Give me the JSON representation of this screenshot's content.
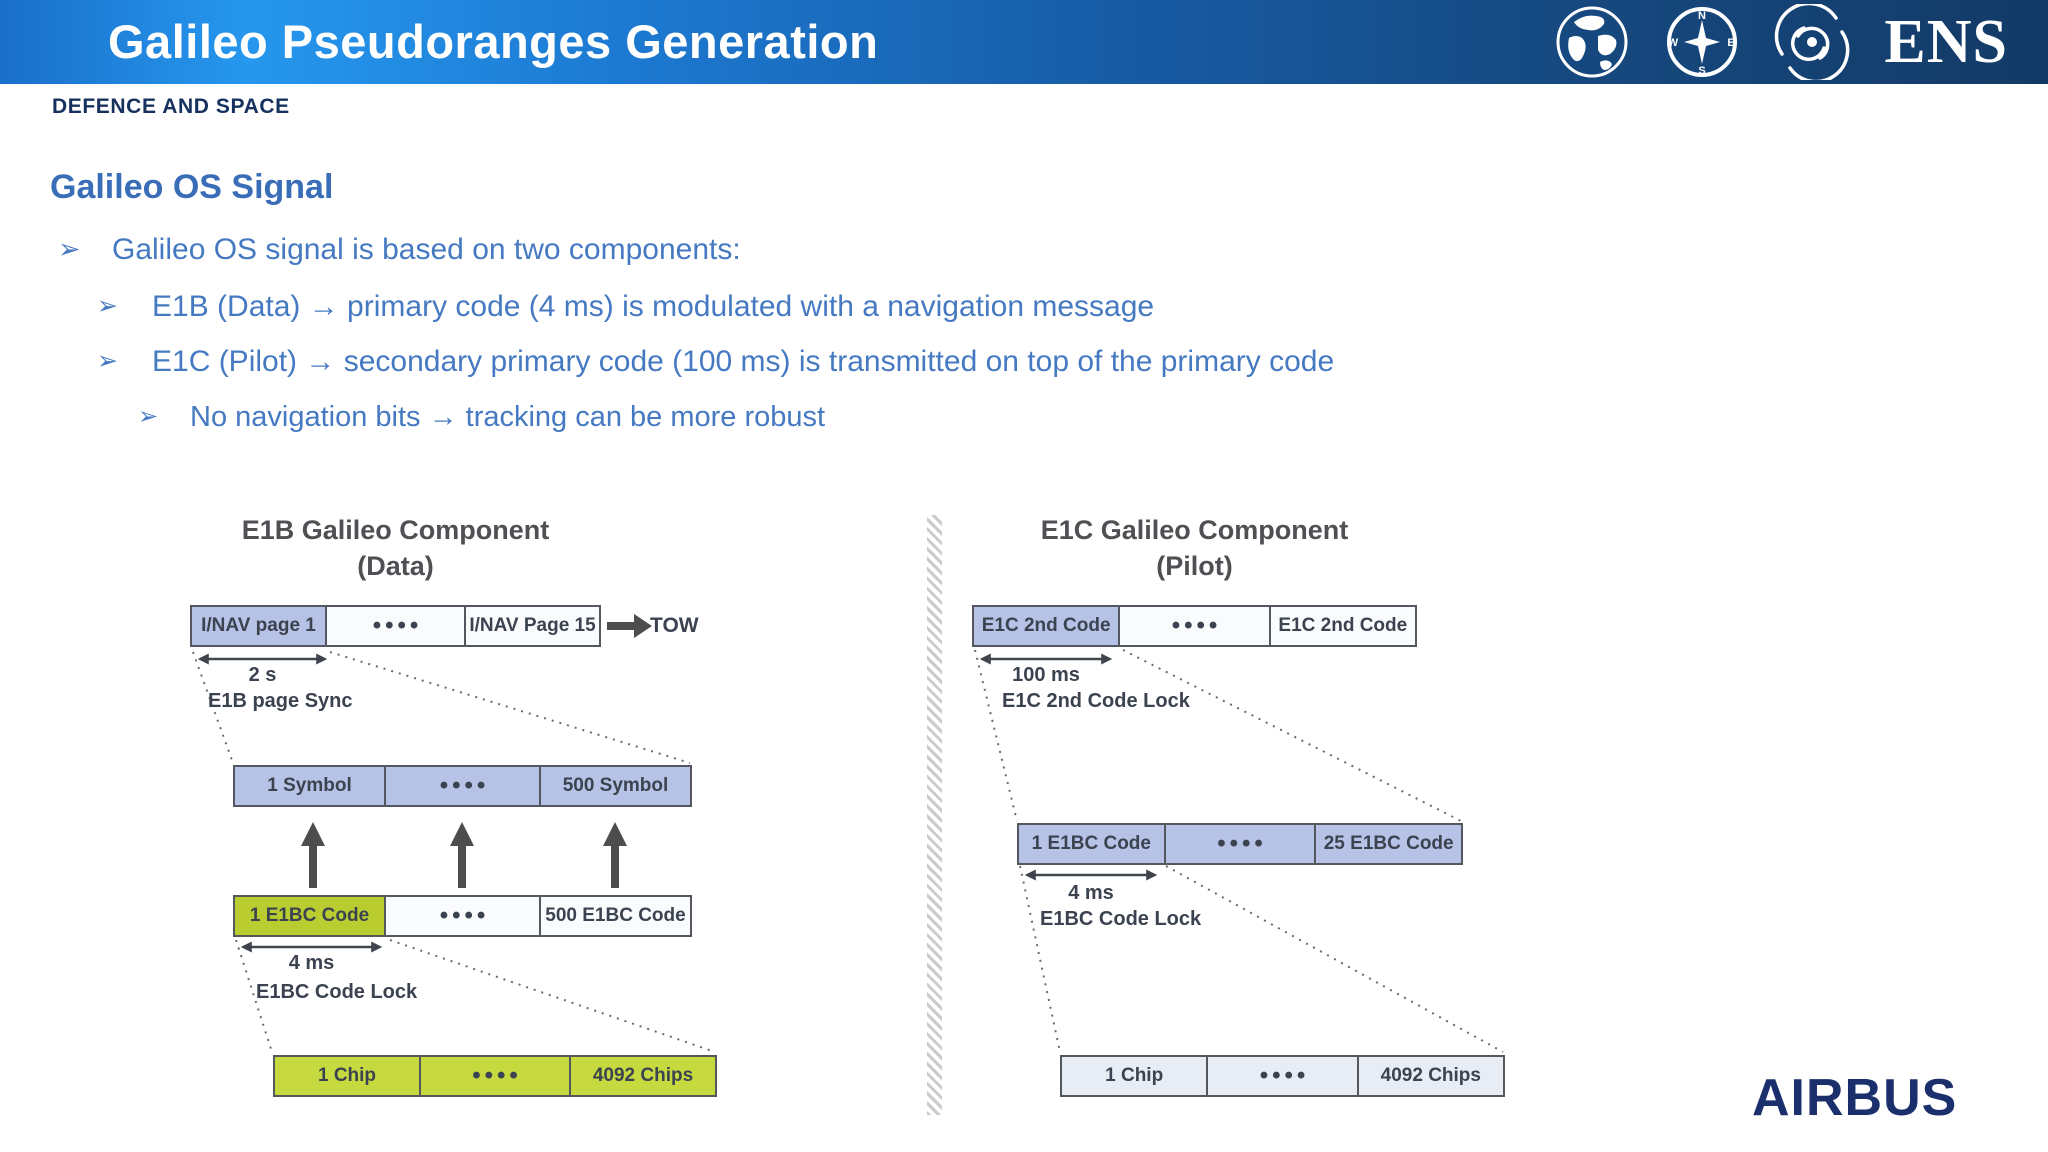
{
  "header": {
    "title": "Galileo Pseudoranges Generation",
    "subtitle": "DEFENCE AND SPACE",
    "logo_text": "ENS",
    "icons": [
      "globe-icon",
      "compass-icon",
      "galaxy-icon"
    ]
  },
  "content": {
    "heading": "Galileo OS Signal",
    "bullet_glyph": "➢",
    "bullets": [
      {
        "level": 1,
        "text": "Galileo OS signal is based on two components:"
      },
      {
        "level": 2,
        "text": "E1B (Data) → primary code (4 ms) is modulated with a navigation message"
      },
      {
        "level": 2,
        "text": "E1C (Pilot) → secondary primary code (100 ms) is transmitted on top of the primary code"
      },
      {
        "level": 3,
        "text": "No navigation bits → tracking can be more robust"
      }
    ]
  },
  "diagrams": {
    "e1b": {
      "title": "E1B Galileo Component",
      "subtitle": "(Data)",
      "tow_label": "TOW",
      "rows": [
        {
          "cells": [
            {
              "text": "I/NAV page 1",
              "fill": "lavender"
            },
            {
              "text": "••••",
              "fill": "white"
            },
            {
              "text": "I/NAV Page 15",
              "fill": "white"
            }
          ]
        },
        {
          "cells": [
            {
              "text": "1 Symbol",
              "fill": "lavender"
            },
            {
              "text": "••••",
              "fill": "lavender"
            },
            {
              "text": "500 Symbol",
              "fill": "lavender"
            }
          ]
        },
        {
          "cells": [
            {
              "text": "1 E1BC Code",
              "fill": "green"
            },
            {
              "text": "••••",
              "fill": "white"
            },
            {
              "text": "500 E1BC Code",
              "fill": "white"
            }
          ]
        },
        {
          "cells": [
            {
              "text": "1 Chip",
              "fill": "green"
            },
            {
              "text": "••••",
              "fill": "green"
            },
            {
              "text": "4092 Chips",
              "fill": "green"
            }
          ]
        }
      ],
      "annotations": [
        {
          "label": "2 s",
          "caption": "E1B page Sync"
        },
        {
          "label": "4 ms",
          "caption": "E1BC Code Lock"
        }
      ]
    },
    "e1c": {
      "title": "E1C Galileo Component",
      "subtitle": "(Pilot)",
      "rows": [
        {
          "cells": [
            {
              "text": "E1C 2nd Code",
              "fill": "lavender"
            },
            {
              "text": "••••",
              "fill": "white"
            },
            {
              "text": "E1C 2nd Code",
              "fill": "white"
            }
          ]
        },
        {
          "cells": [
            {
              "text": "1 E1BC Code",
              "fill": "lavender"
            },
            {
              "text": "••••",
              "fill": "lavender"
            },
            {
              "text": "25 E1BC Code",
              "fill": "lavender"
            }
          ]
        },
        {
          "cells": [
            {
              "text": "1 Chip",
              "fill": "pale"
            },
            {
              "text": "••••",
              "fill": "pale"
            },
            {
              "text": "4092 Chips",
              "fill": "pale"
            }
          ]
        }
      ],
      "annotations": [
        {
          "label": "100 ms",
          "caption": "E1C 2nd Code Lock"
        },
        {
          "label": "4 ms",
          "caption": "E1BC Code Lock"
        }
      ]
    }
  },
  "footer": {
    "brand": "AIRBUS"
  },
  "colors": {
    "header_gradient_left": "#2697ee",
    "header_gradient_right": "#133a66",
    "heading_blue": "#3a6db8",
    "bullet_blue": "#4579c2",
    "subheader_navy": "#16315e",
    "diagram_text": "#3c4350",
    "box_border": "#54575d",
    "lavender_fill": "#b6c2e6",
    "green_fill": "#bacd30",
    "pale_fill": "#e8ecf5",
    "airbus_navy": "#1b2f6d"
  }
}
